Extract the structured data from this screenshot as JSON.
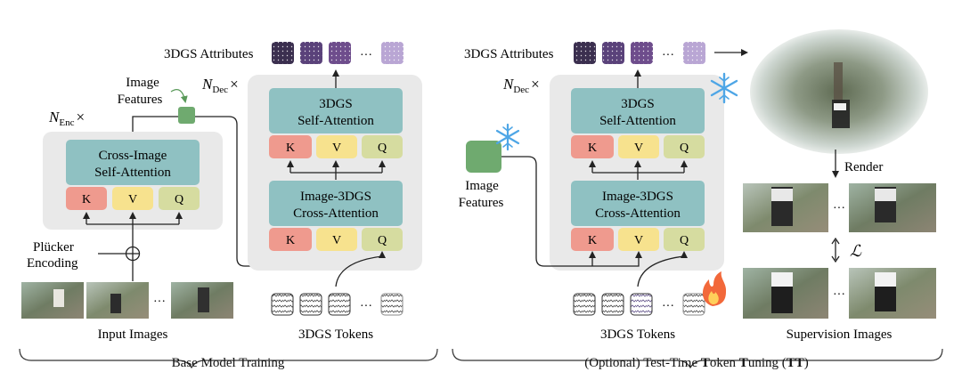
{
  "left": {
    "enc_label": "N",
    "enc_sub": "Enc",
    "enc_times": "×",
    "dec_label": "N",
    "dec_sub": "Dec",
    "dec_times": "×",
    "image_features_line1": "Image",
    "image_features_line2": "Features",
    "attributes_label": "3DGS Attributes",
    "ellipsis": "···",
    "self_attn_line1": "3DGS",
    "self_attn_line2": "Self-Attention",
    "cross_attn_line1": "Image-3DGS",
    "cross_attn_line2": "Cross-Attention",
    "cross_image_line1": "Cross-Image",
    "cross_image_line2": "Self-Attention",
    "k": "K",
    "v": "V",
    "q": "Q",
    "plucker_line1": "Plücker",
    "plucker_line2": "Encoding",
    "input_images_label": "Input Images",
    "tokens_label": "3DGS Tokens",
    "bracket_label": "Base Model Training"
  },
  "right": {
    "dec_label": "N",
    "dec_sub": "Dec",
    "dec_times": "×",
    "attributes_label": "3DGS Attributes",
    "ellipsis": "···",
    "self_attn_line1": "3DGS",
    "self_attn_line2": "Self-Attention",
    "cross_attn_line1": "Image-3DGS",
    "cross_attn_line2": "Cross-Attention",
    "k": "K",
    "v": "V",
    "q": "Q",
    "image_features_line1": "Image",
    "image_features_line2": "Features",
    "tokens_label": "3DGS Tokens",
    "render_label": "Render",
    "loss_symbol": "ℒ",
    "supervision_label": "Supervision Images",
    "bracket_pre": "(Optional) Test-Time ",
    "bracket_b1": "T",
    "bracket_m1": "oken ",
    "bracket_b2": "T",
    "bracket_m2": "uning (",
    "bracket_b3": "TT",
    "bracket_post": ")"
  },
  "colors": {
    "panel_gray": "#e9e9e9",
    "attention_teal": "#8fc1c2",
    "key_red": "#ef9a8e",
    "value_yellow": "#f7e28e",
    "query_green": "#d6dca0",
    "feature_green": "#6faa6f",
    "attribute_purple": "#6e4d8c",
    "snowflake_blue": "#4ea6e6",
    "flame_orange": "#f2683a"
  },
  "icons": [
    "snowflake-icon",
    "flame-icon",
    "oplus-icon"
  ]
}
